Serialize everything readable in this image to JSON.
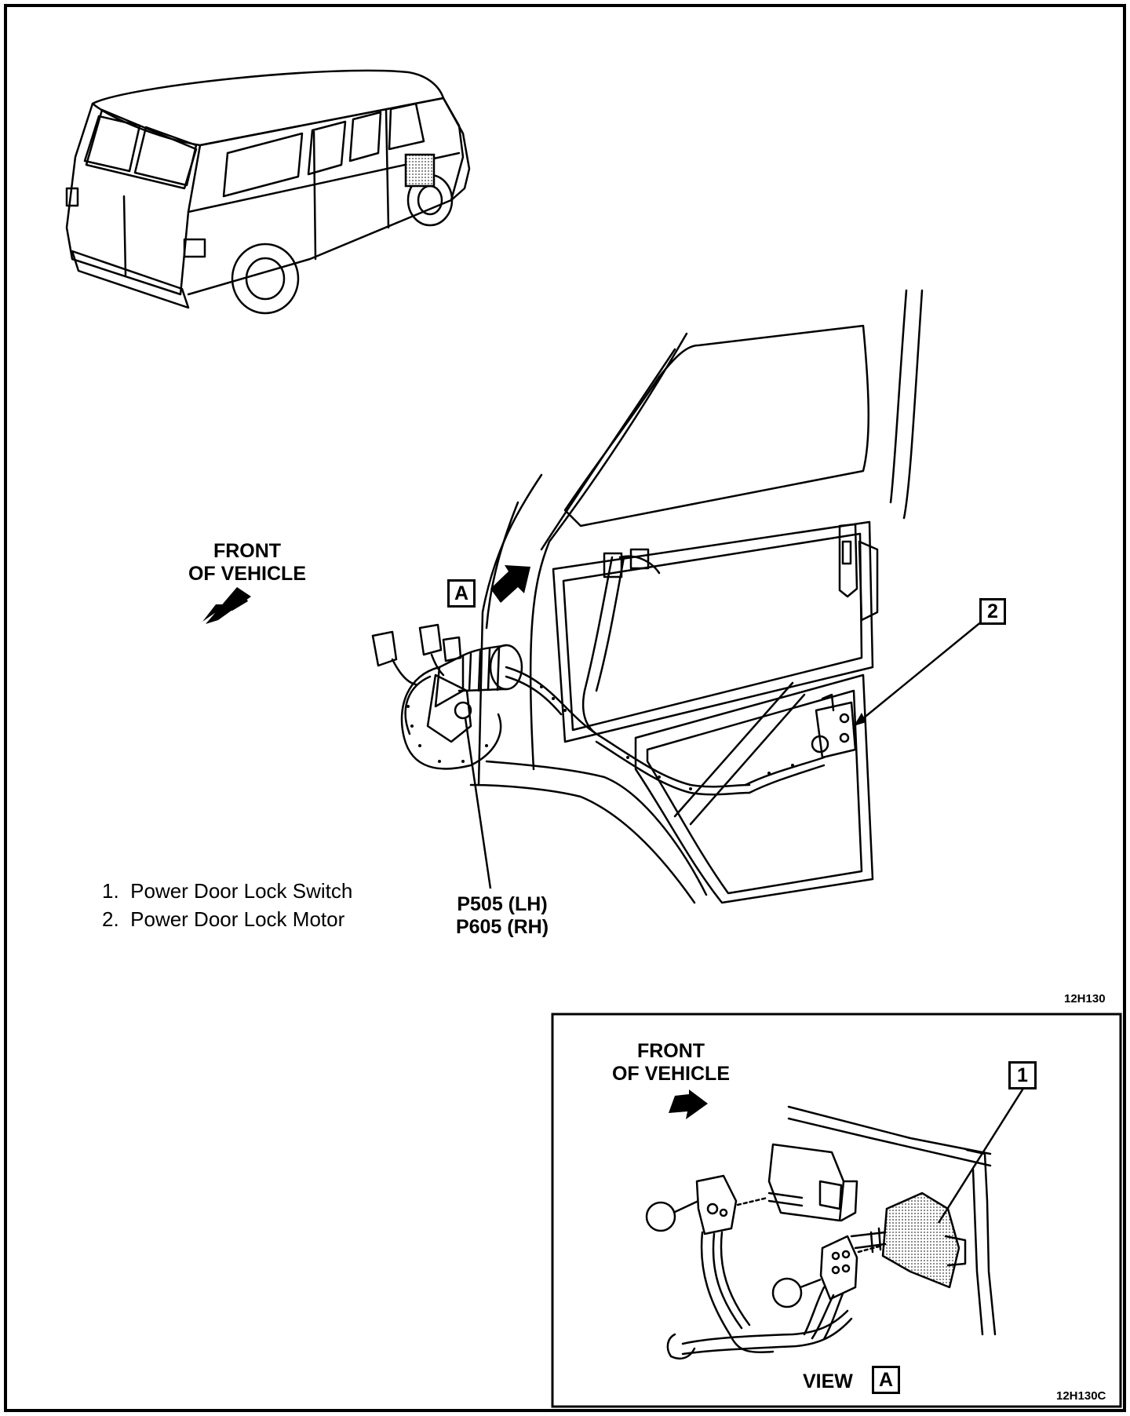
{
  "main_view": {
    "front_label_line1": "FRONT",
    "front_label_line2": "OF VEHICLE",
    "callout_a": "A",
    "callout_2": "2",
    "connector_label_line1": "P505 (LH)",
    "connector_label_line2": "P605 (RH)",
    "figure_code": "12H130"
  },
  "legend": [
    {
      "num": "1.",
      "text": "Power Door Lock Switch"
    },
    {
      "num": "2.",
      "text": "Power Door Lock Motor"
    }
  ],
  "inset_view": {
    "front_label_line1": "FRONT",
    "front_label_line2": "OF VEHICLE",
    "callout_1": "1",
    "view_label": "VIEW",
    "view_letter": "A",
    "figure_code": "12H130C"
  }
}
